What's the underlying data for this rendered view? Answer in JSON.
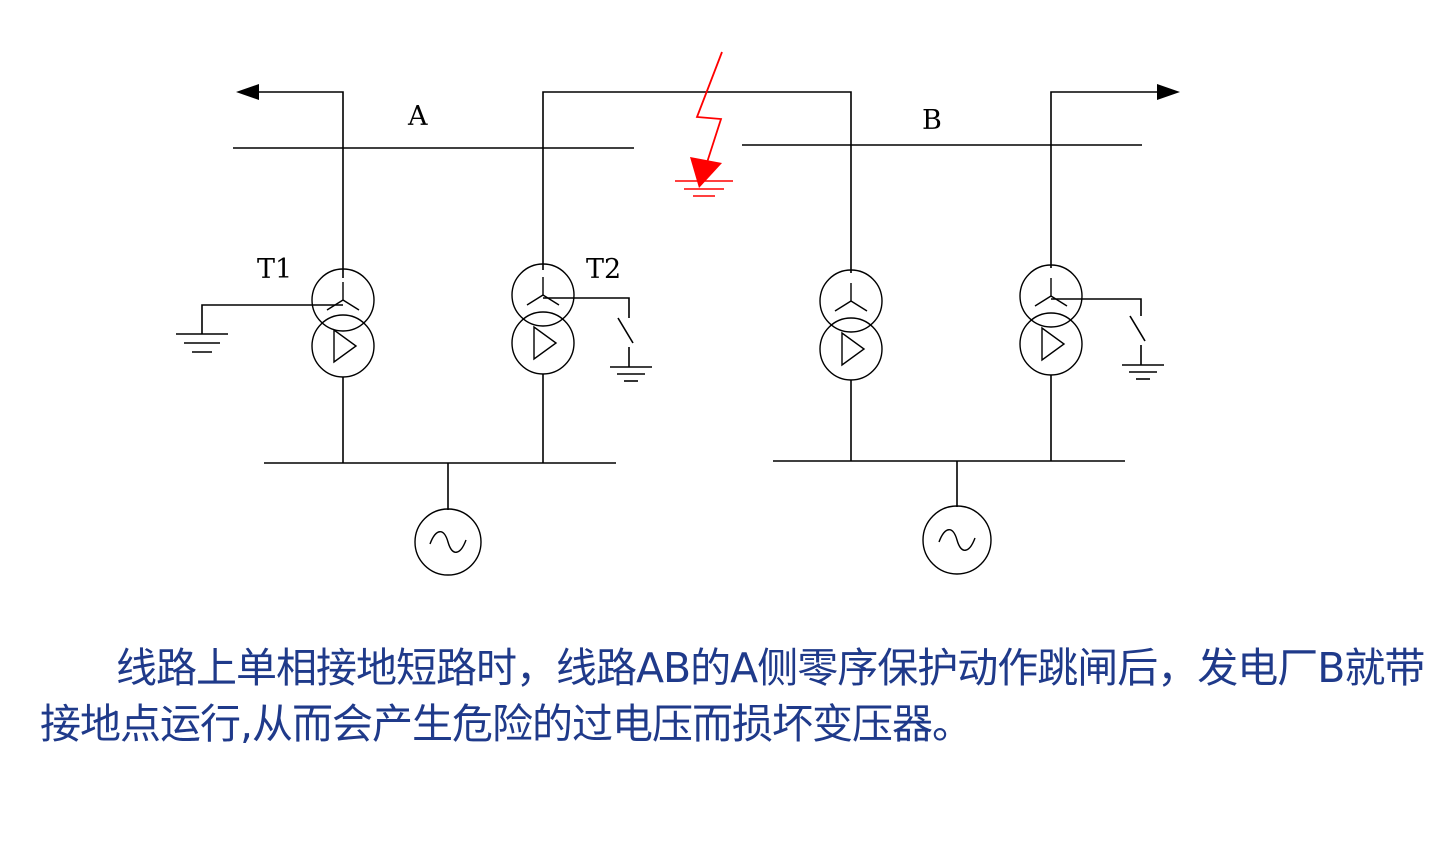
{
  "diagram": {
    "labels": {
      "bus_a": "A",
      "bus_b": "B",
      "t1": "T1",
      "t2": "T2"
    },
    "colors": {
      "line": "#000000",
      "fault": "#ff0000",
      "caption": "#1f3a8a"
    }
  },
  "caption": {
    "text": "线路上单相接地短路时，线路AB的A侧零序保护动作跳闸后，发电厂B就带接地点运行,从而会产生危险的过电压而损坏变压器。"
  }
}
